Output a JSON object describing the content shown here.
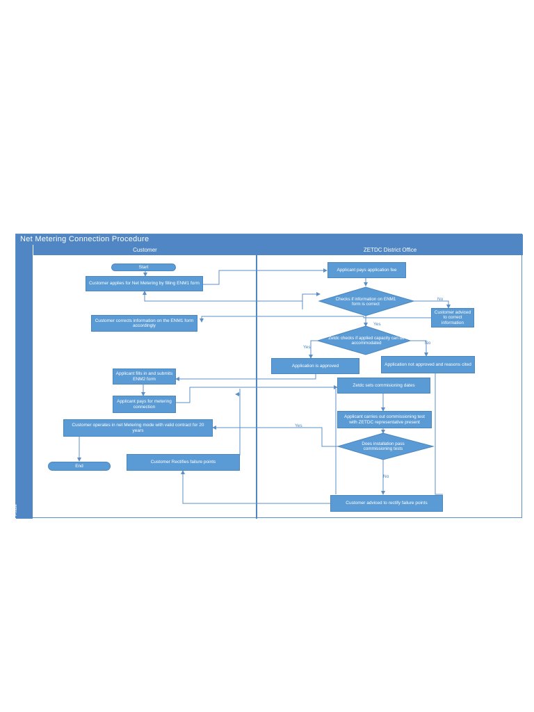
{
  "title": "Net Metering Connection Procedure",
  "phase_label": "Phase",
  "lanes": {
    "customer": "Customer",
    "office": "ZETDC District Office"
  },
  "nodes": {
    "start": "Start",
    "apply": "Customer applies for Net Metering by filling ENM1 form",
    "corrects": "Customer corrects information on the ENM1 form accordingly",
    "fills_enm2": "Applicant fills in and submits ENM2 form",
    "pays_metering": "Applicant pays for metering connection",
    "operates": "Customer operates in net Metering mode with valid contract for 20 years",
    "end": "End",
    "rectifies": "Customer  Rectifies failure points",
    "pays_fee": "Applicant pays application fee",
    "check_info": "Checks if information on ENM1 form is correct",
    "advised_correct": "Customer adviced to correct information",
    "check_capacity": "Zetdc checks if applied  capacity can be accommodated",
    "approved": "Application is approved",
    "not_approved": "Application not approved and reasons cited",
    "sets_dates": "Zetdc sets commisioning dates",
    "carries_test": "Applicant carries out commissioning test with ZETDC representative present",
    "pass_tests": "Does installation pass commissioning tests",
    "advised_rectify": "Customer adviced to rectify failure points"
  },
  "edge_labels": {
    "no_info": "No",
    "yes_info": "Yes",
    "yes_capacity": "Yes",
    "no_capacity": "No",
    "yes_tests": "Yes",
    "no_tests": "No"
  },
  "colors": {
    "header": "#4f86c3",
    "shape_fill": "#5b9bd5",
    "connector": "#5b8fc6"
  }
}
